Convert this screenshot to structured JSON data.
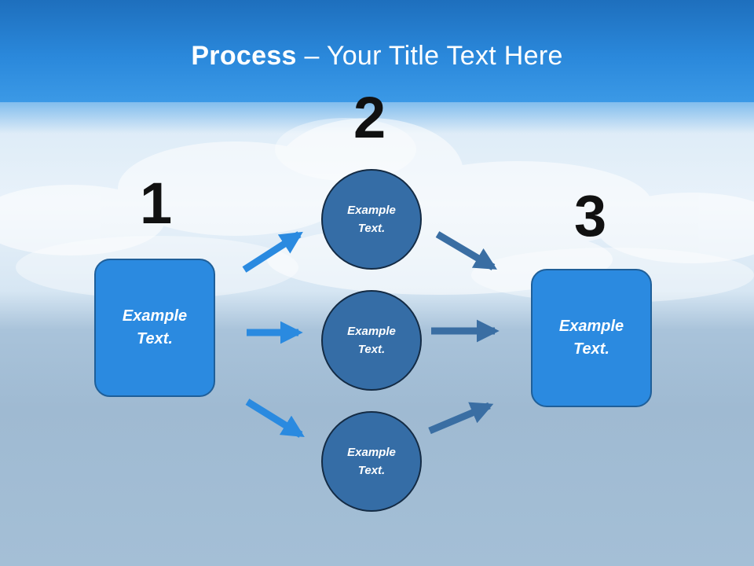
{
  "title": {
    "bold": "Process",
    "rest": " – Your Title Text Here"
  },
  "steps": [
    {
      "number": "1",
      "text": "Example Text."
    },
    {
      "number": "2"
    },
    {
      "number": "3",
      "text": "Example Text."
    }
  ],
  "circles": [
    {
      "text": "Example Text."
    },
    {
      "text": "Example Text."
    },
    {
      "text": "Example Text."
    }
  ],
  "colors": {
    "box": "#2b8ae0",
    "circle": "#356da6",
    "arrow_left": "#2a8ae0",
    "arrow_right": "#3a6ea3",
    "title_bar": "#2a88db"
  }
}
